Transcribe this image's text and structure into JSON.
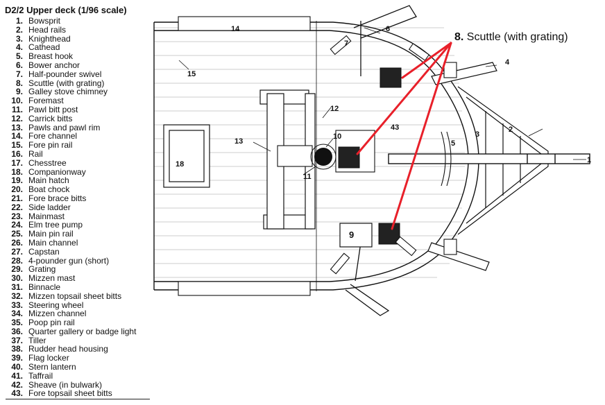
{
  "legend": {
    "title": "D2/2  Upper deck (1/96 scale)",
    "items": [
      {
        "num": "1.",
        "label": "Bowsprit"
      },
      {
        "num": "2.",
        "label": "Head rails"
      },
      {
        "num": "3.",
        "label": "Knighthead"
      },
      {
        "num": "4.",
        "label": "Cathead"
      },
      {
        "num": "5.",
        "label": "Breast hook"
      },
      {
        "num": "6.",
        "label": "Bower anchor"
      },
      {
        "num": "7.",
        "label": "Half-pounder swivel"
      },
      {
        "num": "8.",
        "label": "Scuttle (with grating)"
      },
      {
        "num": "9.",
        "label": "Galley stove chimney"
      },
      {
        "num": "10.",
        "label": "Foremast"
      },
      {
        "num": "11.",
        "label": "Pawl bitt post"
      },
      {
        "num": "12.",
        "label": "Carrick bitts"
      },
      {
        "num": "13.",
        "label": "Pawls and pawl rim"
      },
      {
        "num": "14.",
        "label": "Fore channel"
      },
      {
        "num": "15.",
        "label": "Fore pin rail"
      },
      {
        "num": "16.",
        "label": "Rail"
      },
      {
        "num": "17.",
        "label": "Chesstree"
      },
      {
        "num": "18.",
        "label": "Companionway"
      },
      {
        "num": "19.",
        "label": "Main hatch"
      },
      {
        "num": "20.",
        "label": "Boat chock"
      },
      {
        "num": "21.",
        "label": "Fore brace bitts"
      },
      {
        "num": "22.",
        "label": "Side ladder"
      },
      {
        "num": "23.",
        "label": "Mainmast"
      },
      {
        "num": "24.",
        "label": "Elm tree pump"
      },
      {
        "num": "25.",
        "label": "Main pin rail"
      },
      {
        "num": "26.",
        "label": "Main channel"
      },
      {
        "num": "27.",
        "label": "Capstan"
      },
      {
        "num": "28.",
        "label": "4-pounder gun (short)"
      },
      {
        "num": "29.",
        "label": "Grating"
      },
      {
        "num": "30.",
        "label": "Mizzen mast"
      },
      {
        "num": "31.",
        "label": "Binnacle"
      },
      {
        "num": "32.",
        "label": "Mizzen topsail sheet bitts"
      },
      {
        "num": "33.",
        "label": "Steering wheel"
      },
      {
        "num": "34.",
        "label": "Mizzen channel"
      },
      {
        "num": "35.",
        "label": "Poop pin rail"
      },
      {
        "num": "36.",
        "label": "Quarter gallery or badge light"
      },
      {
        "num": "37.",
        "label": "Tiller"
      },
      {
        "num": "38.",
        "label": "Rudder head housing"
      },
      {
        "num": "39.",
        "label": "Flag locker"
      },
      {
        "num": "40.",
        "label": "Stern lantern"
      },
      {
        "num": "41.",
        "label": "Taffrail"
      },
      {
        "num": "42.",
        "label": "Sheave (in bulwark)"
      },
      {
        "num": "43.",
        "label": "Fore topsail sheet bitts"
      }
    ]
  },
  "plan_labels": {
    "l1": "1",
    "l2": "2",
    "l3": "3",
    "l4": "4",
    "l5": "5",
    "l6": "6",
    "l7": "7",
    "l9": "9",
    "l10": "10",
    "l11": "11",
    "l12": "12",
    "l13": "13",
    "l14": "14",
    "l15": "15",
    "l18": "18",
    "l43": "43"
  },
  "callout": {
    "num": "8.",
    "label": "Scuttle  (with grating)"
  },
  "colors": {
    "callout_arrow": "#e8202a",
    "ink": "#111111"
  }
}
